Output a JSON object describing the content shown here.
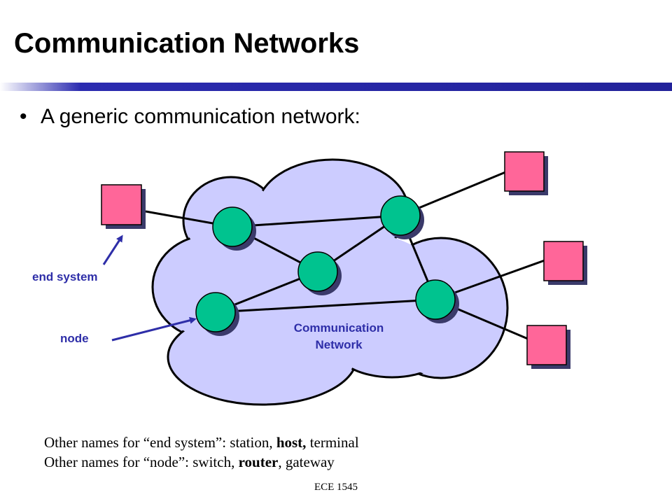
{
  "slide": {
    "title": "Communication Networks",
    "bullet": "A generic communication network:",
    "footer": "ECE 1545"
  },
  "diagram": {
    "cloud_label_line1": "Communication",
    "cloud_label_line2": "Network",
    "callout_end_system": "end system",
    "callout_node": "node",
    "colors": {
      "cloud_fill": "#ccccff",
      "node_fill": "#00c38f",
      "end_system_fill": "#ff6699",
      "shadow": "#3a3a6a",
      "callout": "#2e2ea8",
      "title_rule": "#2b2bb0"
    }
  },
  "notes": {
    "line1_prefix": "Other names for “end system”: station, ",
    "line1_bold": "host,",
    "line1_suffix": " terminal",
    "line2_prefix": "Other names for “node”: switch, ",
    "line2_bold": "router",
    "line2_suffix": ", gateway"
  }
}
